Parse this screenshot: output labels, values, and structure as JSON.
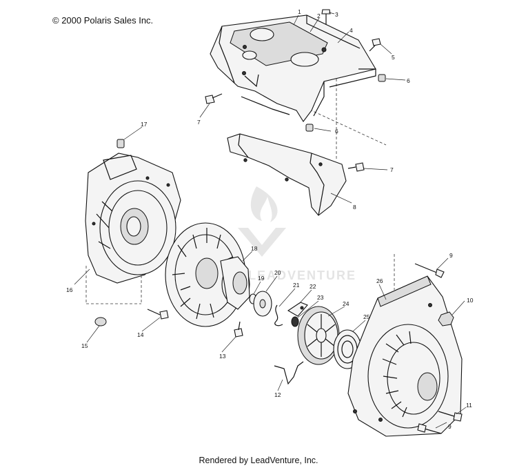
{
  "header": {
    "copyright": "© 2000 Polaris Sales Inc."
  },
  "footer": {
    "rendered_by": "Rendered by LeadVenture, Inc."
  },
  "watermark": {
    "text": "LEADVENTURE"
  },
  "callouts": [
    "1",
    "2",
    "3",
    "4",
    "5",
    "6",
    "6",
    "7",
    "7",
    "8",
    "9",
    "9",
    "10",
    "11",
    "12",
    "13",
    "14",
    "15",
    "16",
    "17",
    "18",
    "19",
    "20",
    "21",
    "22",
    "23",
    "24",
    "25",
    "26"
  ]
}
